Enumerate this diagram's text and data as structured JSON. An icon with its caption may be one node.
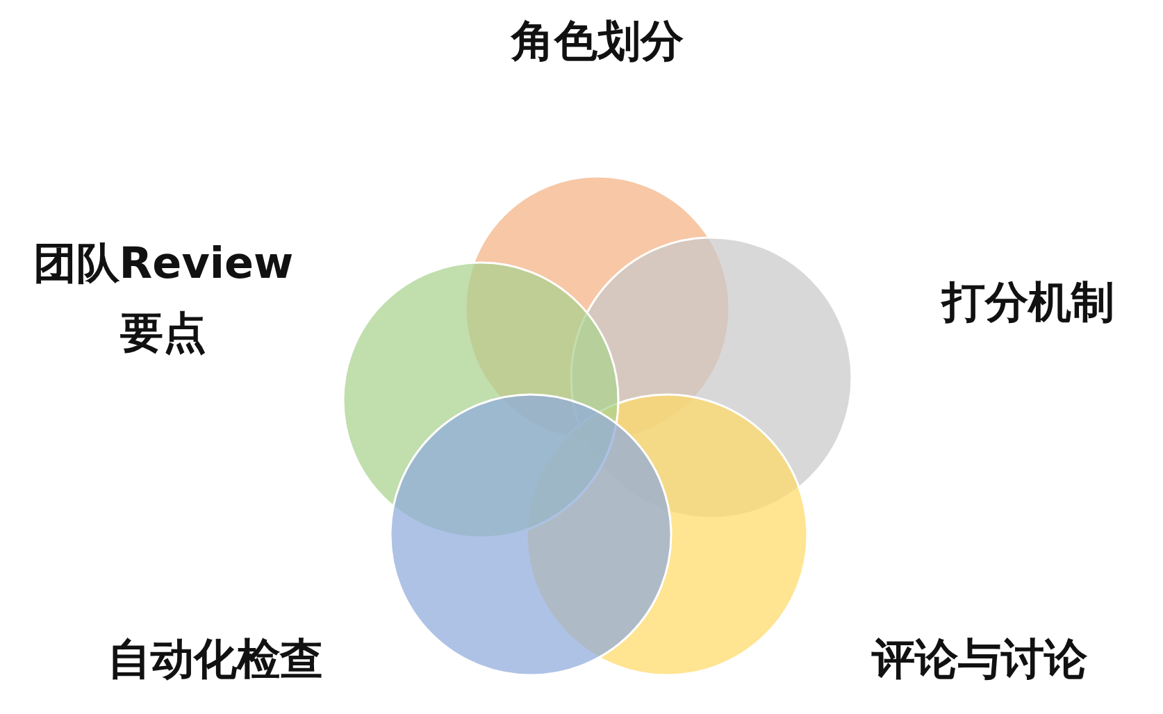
{
  "diagram": {
    "nodes": [
      {
        "text": [],
        "shape": "circle",
        "beside": [
          "角色划分"
        ]
      },
      {
        "text": [],
        "shape": "circle",
        "beside": [
          "团队Review要点"
        ]
      },
      {
        "text": [],
        "shape": "circle",
        "beside": [
          "打分机制"
        ]
      },
      {
        "text": [],
        "shape": "circle",
        "beside": [
          "自动化检查"
        ]
      },
      {
        "text": [],
        "shape": "circle",
        "beside": [
          "评论与讨论"
        ]
      }
    ]
  }
}
